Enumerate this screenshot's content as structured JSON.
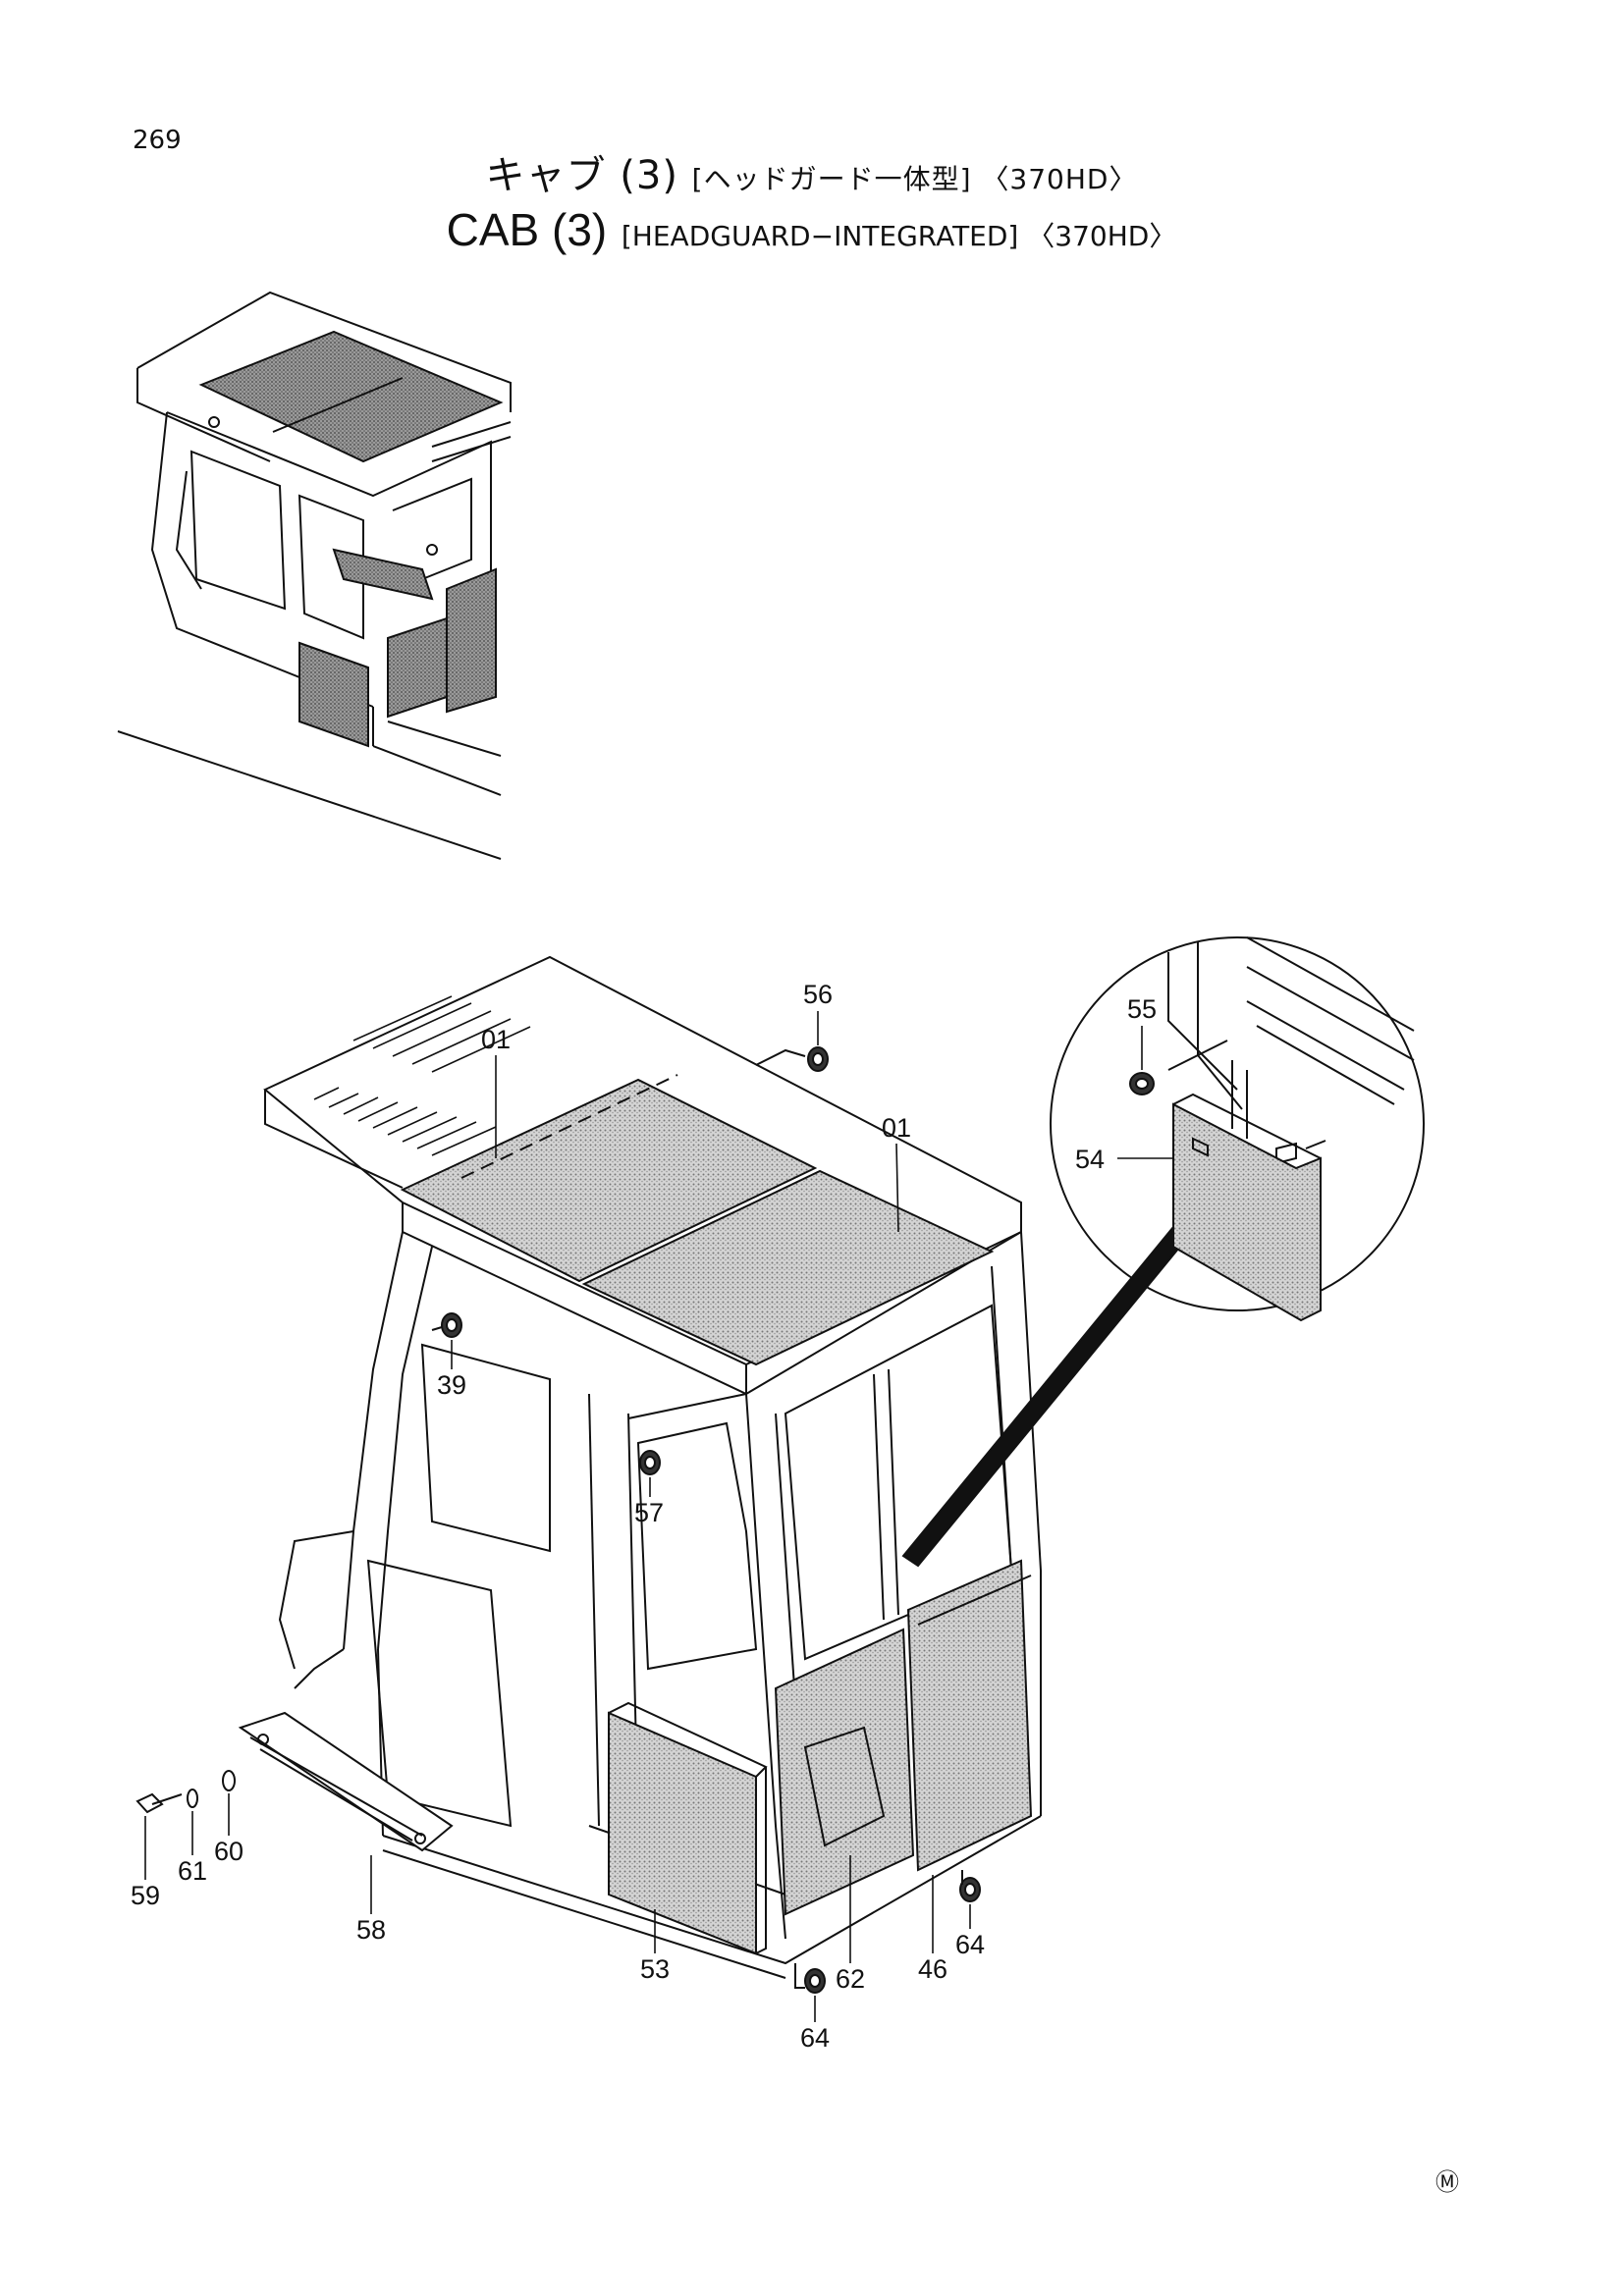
{
  "page": {
    "number": "269",
    "mark": "Ⓜ"
  },
  "title": {
    "jp_main": "キャブ (3)",
    "jp_bracket": "[ヘッドガード一体型] 〈370HD〉",
    "en_main": "CAB (3)",
    "en_bracket": "[HEADGUARD−INTEGRATED] 〈370HD〉"
  },
  "callouts": [
    "01",
    "01",
    "56",
    "55",
    "54",
    "39",
    "57",
    "59",
    "61",
    "60",
    "58",
    "53",
    "64",
    "62",
    "46",
    "64"
  ],
  "colors": {
    "line": "#111111",
    "hatch_fill": "#c8c8c8",
    "background": "#ffffff"
  }
}
